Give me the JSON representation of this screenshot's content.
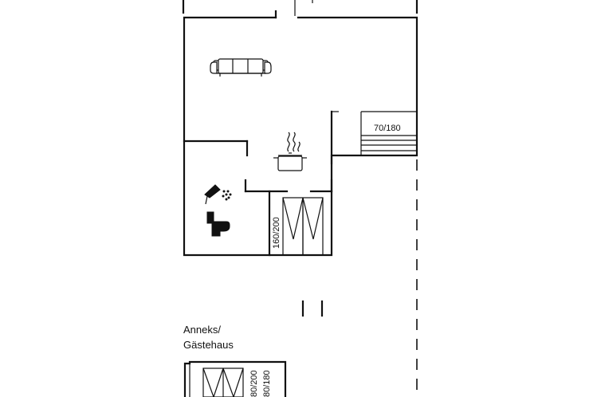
{
  "labels": {
    "bed_lower": "70/180",
    "bed_double": "160/200",
    "annex_line1": "Anneks/",
    "annex_line2": "Gästehaus",
    "annex_bed_1": "80/200",
    "annex_bed_2": "80/180"
  },
  "icons": [
    "sofa-icon",
    "cooking-pot-icon",
    "shower-icon",
    "toilet-icon"
  ]
}
